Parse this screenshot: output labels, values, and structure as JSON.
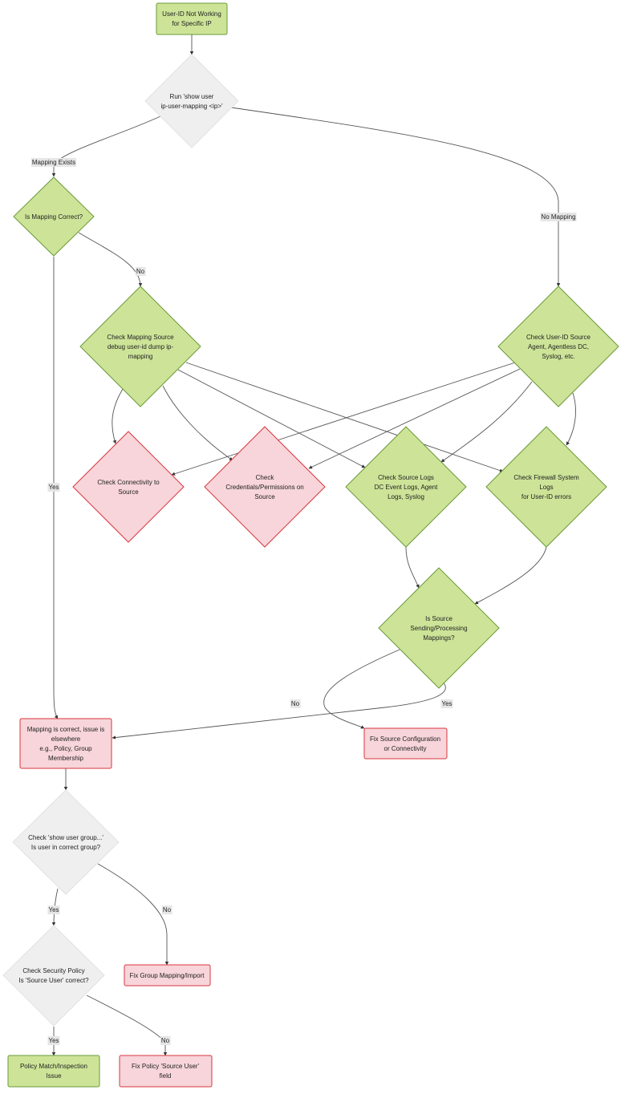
{
  "nodes": {
    "start": {
      "lines": [
        "User-ID Not Working",
        "for Specific IP"
      ],
      "style": "green"
    },
    "run_show": {
      "lines": [
        "Run 'show user",
        "ip-user-mapping <ip>'"
      ],
      "style": "grey"
    },
    "is_mapping_correct": {
      "lines": [
        "Is Mapping Correct?"
      ],
      "style": "green"
    },
    "check_mapping_source": {
      "lines": [
        "Check Mapping Source",
        "debug user-id dump ip-",
        "mapping"
      ],
      "style": "green"
    },
    "check_userid_source": {
      "lines": [
        "Check User-ID Source",
        "Agent, Agentless DC,",
        "Syslog, etc."
      ],
      "style": "green"
    },
    "check_connectivity": {
      "lines": [
        "Check Connectivity to",
        "Source"
      ],
      "style": "red"
    },
    "check_credentials": {
      "lines": [
        "Check",
        "Credentials/Permissions on",
        "Source"
      ],
      "style": "red"
    },
    "check_source_logs": {
      "lines": [
        "Check Source Logs",
        "DC Event Logs, Agent",
        "Logs, Syslog"
      ],
      "style": "green"
    },
    "check_firewall_logs": {
      "lines": [
        "Check Firewall System",
        "Logs",
        "for User-ID errors"
      ],
      "style": "green"
    },
    "is_source_sending": {
      "lines": [
        "Is Source",
        "Sending/Processing",
        "Mappings?"
      ],
      "style": "green"
    },
    "mapping_correct_elsewhere": {
      "lines": [
        "Mapping is correct, issue is",
        "elsewhere",
        "e.g., Policy, Group",
        "Membership"
      ],
      "style": "red"
    },
    "fix_source_config": {
      "lines": [
        "Fix Source Configuration",
        "or Connectivity"
      ],
      "style": "red"
    },
    "check_group": {
      "lines": [
        "Check 'show user group...'",
        "Is user in correct group?"
      ],
      "style": "grey"
    },
    "fix_group_mapping": {
      "lines": [
        "Fix Group Mapping/Import"
      ],
      "style": "red"
    },
    "check_security_policy": {
      "lines": [
        "Check Security Policy",
        "Is 'Source User' correct?"
      ],
      "style": "grey"
    },
    "policy_match_issue": {
      "lines": [
        "Policy Match/Inspection",
        "Issue"
      ],
      "style": "green"
    },
    "fix_policy_source_user": {
      "lines": [
        "Fix Policy 'Source User'",
        "field"
      ],
      "style": "red"
    }
  },
  "edge_labels": {
    "mapping_exists": "Mapping Exists",
    "no_mapping": "No Mapping",
    "mapping_no": "No",
    "mapping_yes": "Yes",
    "sending_no": "No",
    "sending_yes": "Yes",
    "group_yes": "Yes",
    "group_no": "No",
    "policy_yes": "Yes",
    "policy_no": "No"
  }
}
